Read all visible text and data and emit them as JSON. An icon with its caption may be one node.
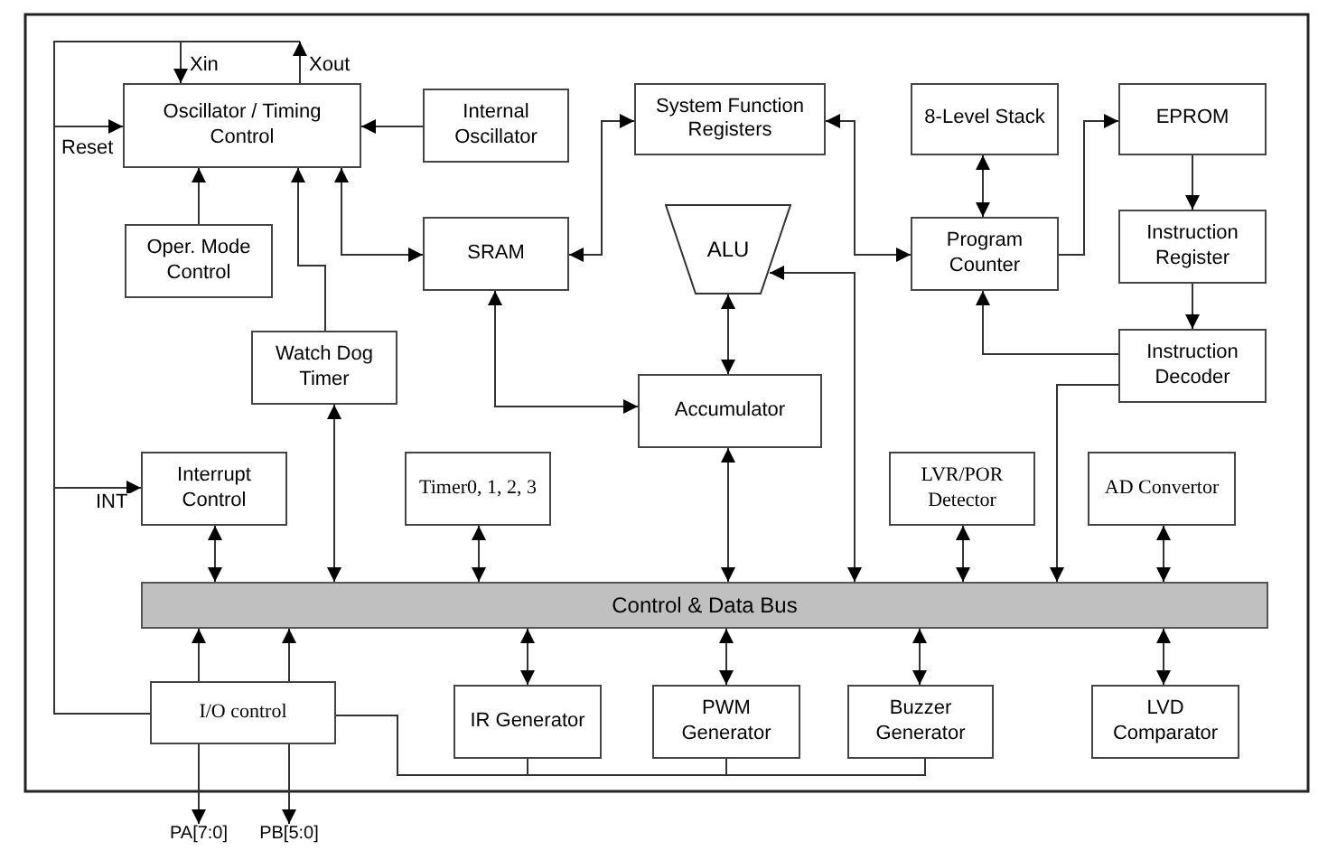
{
  "diagram": {
    "nodes": [
      {
        "text": [
          "Oscillator / Timing Control"
        ]
      },
      {
        "text": [
          "Internal Oscillator"
        ]
      },
      {
        "text": [
          "System Function Registers"
        ]
      },
      {
        "text": [
          "8-Level Stack"
        ]
      },
      {
        "text": [
          "EPROM"
        ]
      },
      {
        "text": [
          "Oper. Mode Control"
        ]
      },
      {
        "text": [
          "SRAM"
        ]
      },
      {
        "text": [
          "ALU"
        ]
      },
      {
        "text": [
          "Program Counter"
        ]
      },
      {
        "text": [
          "Instruction Register"
        ]
      },
      {
        "text": [
          "Watch Dog Timer"
        ]
      },
      {
        "text": [
          "Instruction Decoder"
        ]
      },
      {
        "text": [
          "Accumulator"
        ]
      },
      {
        "text": [
          "Interrupt Control"
        ]
      },
      {
        "text": [
          "Timer0, 1, 2, 3"
        ]
      },
      {
        "text": [
          "LVR/POR Detector"
        ]
      },
      {
        "text": [
          "AD Convertor"
        ]
      },
      {
        "text": [
          "Control & Data Bus"
        ]
      },
      {
        "text": [
          "I/O control"
        ]
      },
      {
        "text": [
          "IR Generator"
        ]
      },
      {
        "text": [
          "PWM Generator"
        ]
      },
      {
        "text": [
          "Buzzer Generator"
        ]
      },
      {
        "text": [
          "LVD Comparator"
        ]
      },
      {
        "text": [
          "PA[7:0]"
        ]
      },
      {
        "text": [
          "PB[5:0]"
        ]
      }
    ],
    "edges": [
      {
        "from": 18,
        "to": 0,
        "arrow": "to",
        "label": "Xin"
      },
      {
        "from": 0,
        "to": null,
        "arrow": "to",
        "label": "Xout"
      },
      {
        "from": 18,
        "to": 0,
        "arrow": "to",
        "label": "Reset"
      },
      {
        "from": 18,
        "to": 13,
        "arrow": "to",
        "label": "INT"
      },
      {
        "from": 1,
        "to": 0,
        "arrow": "to"
      },
      {
        "from": 5,
        "to": 0,
        "arrow": "to"
      },
      {
        "from": 10,
        "to": 0,
        "arrow": "to"
      },
      {
        "from": 0,
        "to": 6,
        "arrow": "both"
      },
      {
        "from": 6,
        "to": 2,
        "arrow": "both"
      },
      {
        "from": 2,
        "to": 8,
        "arrow": "both"
      },
      {
        "from": 3,
        "to": 8,
        "arrow": "both"
      },
      {
        "from": 8,
        "to": 4,
        "arrow": "to"
      },
      {
        "from": 4,
        "to": 9,
        "arrow": "to"
      },
      {
        "from": 9,
        "to": 11,
        "arrow": "to"
      },
      {
        "from": 11,
        "to": 8,
        "arrow": "to"
      },
      {
        "from": 11,
        "to": 17,
        "arrow": "to"
      },
      {
        "from": 6,
        "to": 12,
        "arrow": "both"
      },
      {
        "from": 7,
        "to": 12,
        "arrow": "both"
      },
      {
        "from": 17,
        "to": 7,
        "arrow": "both"
      },
      {
        "from": 12,
        "to": 17,
        "arrow": "both"
      },
      {
        "from": 10,
        "to": 17,
        "arrow": "both"
      },
      {
        "from": 13,
        "to": 17,
        "arrow": "both"
      },
      {
        "from": 14,
        "to": 17,
        "arrow": "both"
      },
      {
        "from": 15,
        "to": 17,
        "arrow": "both"
      },
      {
        "from": 16,
        "to": 17,
        "arrow": "both"
      },
      {
        "from": 18,
        "to": 17,
        "arrow": "to"
      },
      {
        "from": 18,
        "to": 17,
        "arrow": "to"
      },
      {
        "from": 17,
        "to": 19,
        "arrow": "both"
      },
      {
        "from": 17,
        "to": 20,
        "arrow": "both"
      },
      {
        "from": 17,
        "to": 21,
        "arrow": "both"
      },
      {
        "from": 17,
        "to": 22,
        "arrow": "both"
      },
      {
        "from": 18,
        "to": 23,
        "arrow": "to"
      },
      {
        "from": 18,
        "to": 24,
        "arrow": "to"
      },
      {
        "from": 18,
        "to": 19,
        "arrow": "none"
      },
      {
        "from": 18,
        "to": 20,
        "arrow": "none"
      },
      {
        "from": 18,
        "to": 21,
        "arrow": "none"
      }
    ]
  }
}
